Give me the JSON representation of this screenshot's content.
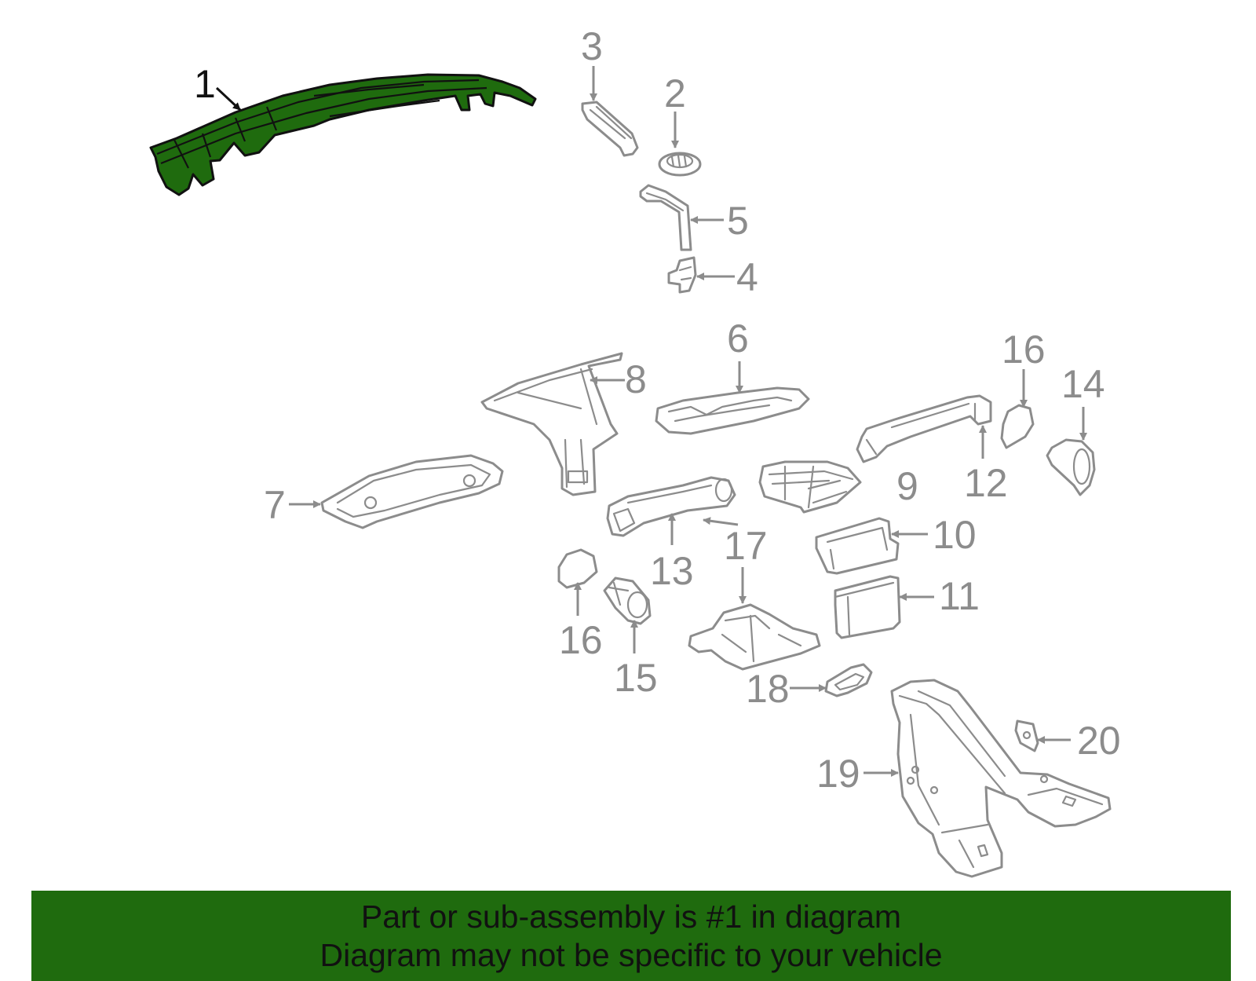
{
  "colors": {
    "highlight_fill": "#1f6b0e",
    "outline": "#8c8c8c",
    "banner_bg": "#1f6b0e",
    "text_dark": "#111111"
  },
  "callouts": {
    "c1": "1",
    "c2": "2",
    "c3": "3",
    "c4": "4",
    "c5": "5",
    "c6": "6",
    "c7": "7",
    "c8": "8",
    "c9": "9",
    "c10": "10",
    "c11": "11",
    "c12": "12",
    "c13": "13",
    "c14": "14",
    "c15": "15",
    "c16a": "16",
    "c16b": "16",
    "c17": "17",
    "c18": "18",
    "c19": "19",
    "c20": "20"
  },
  "highlighted_part": "1",
  "banner": {
    "line1": "Part or sub-assembly is #1 in diagram",
    "line2": "Diagram may not be specific to your vehicle"
  }
}
